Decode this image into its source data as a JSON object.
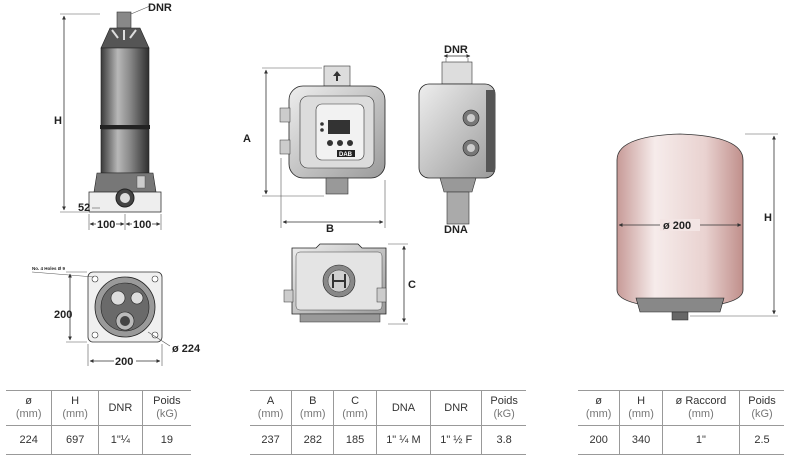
{
  "pump": {
    "labels": {
      "dnr": "DNR",
      "h": "H",
      "d52": "52",
      "d100a": "100",
      "d100b": "100",
      "d200": "200",
      "d224": "ø 224",
      "holes": "No. 4 Holes Ø 9"
    },
    "table": {
      "headers": [
        {
          "label": "ø",
          "unit": "(mm)"
        },
        {
          "label": "H",
          "unit": "(mm)"
        },
        {
          "label": "DNR",
          "unit": ""
        },
        {
          "label": "Poids",
          "unit": "(kG)"
        }
      ],
      "row": [
        "224",
        "697",
        "1\"¼",
        "19"
      ]
    }
  },
  "controller": {
    "labels": {
      "a": "A",
      "b": "B",
      "c": "C",
      "dnr": "DNR",
      "dna": "DNA",
      "brand": "DAB"
    },
    "table": {
      "headers": [
        {
          "label": "A",
          "unit": "(mm)"
        },
        {
          "label": "B",
          "unit": "(mm)"
        },
        {
          "label": "C",
          "unit": "(mm)"
        },
        {
          "label": "DNA",
          "unit": ""
        },
        {
          "label": "DNR",
          "unit": ""
        },
        {
          "label": "Poids",
          "unit": "(kG)"
        }
      ],
      "row": [
        "237",
        "282",
        "185",
        "1\" ¼ M",
        "1\" ½ F",
        "3.8"
      ]
    }
  },
  "vessel": {
    "labels": {
      "d200": "ø 200",
      "h": "H"
    },
    "table": {
      "headers": [
        {
          "label": "ø",
          "unit": "(mm)"
        },
        {
          "label": "H",
          "unit": "(mm)"
        },
        {
          "label": "ø Raccord",
          "unit": "(mm)"
        },
        {
          "label": "Poids",
          "unit": "(kG)"
        }
      ],
      "row": [
        "200",
        "340",
        "1\"",
        "2.5"
      ]
    }
  }
}
